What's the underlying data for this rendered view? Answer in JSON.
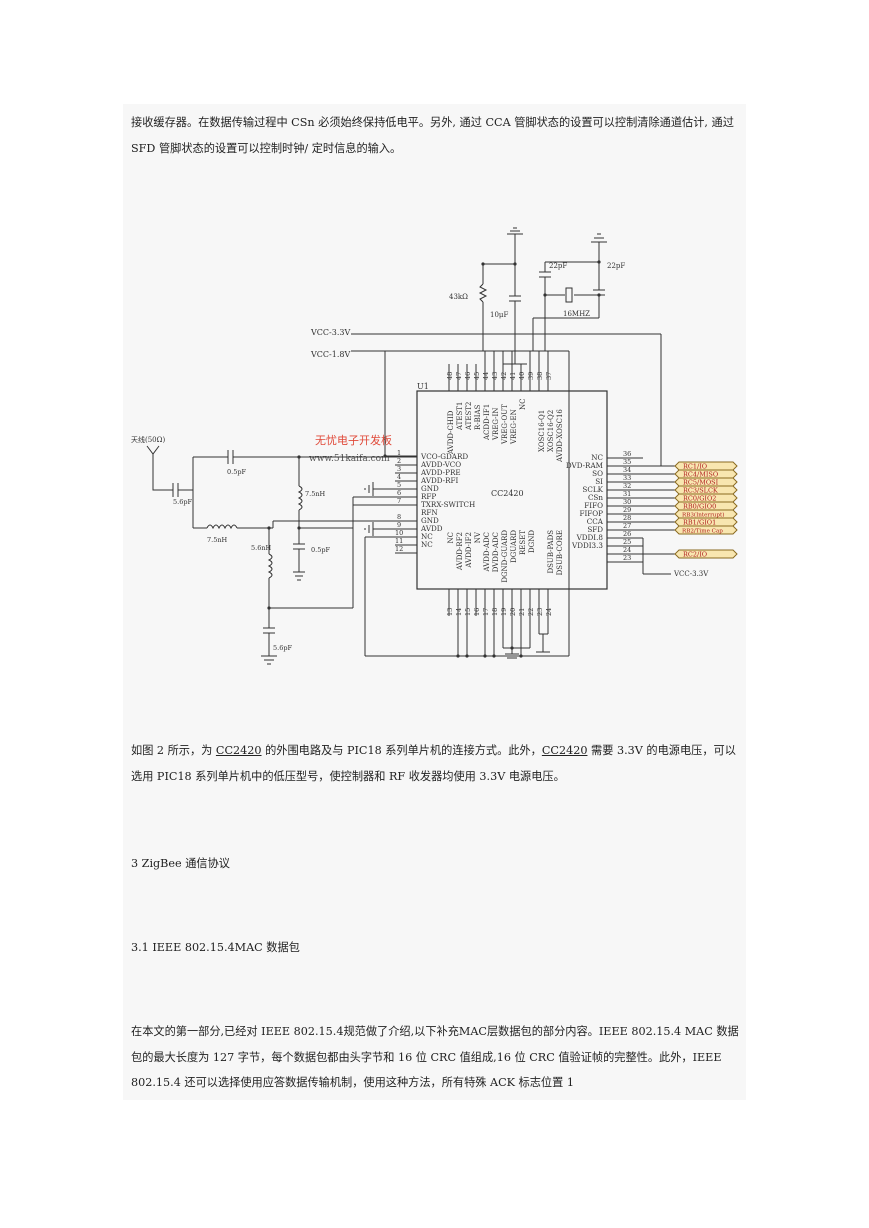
{
  "paragraphs": {
    "p1": "接收缓存器。在数据传输过程中 CSn 必须始终保持低电平。另外, 通过 CCA 管脚状态的设置可以控制清除通道估计, 通过 SFD 管脚状态的设置可以控制时钟/ 定时信息的输入。",
    "p2_a": "如图 2 所示，为 ",
    "p2_link1": "CC2420",
    "p2_b": " 的外围电路及与 PIC18 系列单片机的连接方式。此外，",
    "p2_link2": "CC2420",
    "p2_c": " 需要 3.3V 的电源电压，可以选用 PIC18 系列单片机中的低压型号，使控制器和 RF 收发器均使用 3.3V 电源电压。",
    "h1": "3 ZigBee 通信协议",
    "h2": "3.1 IEEE 802.15.4MAC 数据包",
    "p5": "在本文的第一部分,已经对 IEEE 802.15.4规范做了介绍,以下补充MAC层数据包的部分内容。IEEE 802.15.4 MAC 数据包的最大长度为 127 字节，每个数据包都由头字节和 16 位 CRC 值组成,16 位 CRC 值验证帧的完整性。此外，IEEE 802.15.4 还可以选择使用应答数据传输机制，使用这种方法，所有特殊 ACK 标志位置 1"
  },
  "figure": {
    "chip_name": "CC2420",
    "chip_ref": "U1",
    "watermark_cn": "无忧电子开发板",
    "watermark_url": "www.51kaifa.com",
    "antenna": "天线(50Ω)",
    "vcc33": "VCC-3.3V",
    "vcc18": "VCC-1.8V",
    "vcc33_right": "VCC-3.3V",
    "resistor": "43kΩ",
    "cap_10u": "10μF",
    "cap_22p_a": "22pF",
    "cap_22p_b": "22pF",
    "crystal": "16MHZ",
    "cap_05p_a": "0.5pF",
    "cap_56p_a": "5.6pF",
    "ind_75_a": "7.5nH",
    "ind_75_b": "7.5nH",
    "ind_56": "5.6nH",
    "cap_05p_b": "0.5pF",
    "cap_56p_b": "5.6pF",
    "left_pins": [
      {
        "n": "1",
        "label": "VCO-GDARD"
      },
      {
        "n": "2",
        "label": "AVDD-VCO"
      },
      {
        "n": "3",
        "label": "AVDD-PRE"
      },
      {
        "n": "4",
        "label": "AVDD-RFI"
      },
      {
        "n": "5",
        "label": "GND"
      },
      {
        "n": "6",
        "label": "RFP"
      },
      {
        "n": "7",
        "label": "TXRX-SWITCH"
      },
      {
        "n": "8",
        "label": "RFN"
      },
      {
        "n": "9",
        "label": "GND"
      },
      {
        "n": "10",
        "label": "AVDD"
      },
      {
        "n": "11",
        "label": "NC"
      },
      {
        "n": "12",
        "label": "NC"
      }
    ],
    "right_pins": [
      {
        "n": "36",
        "label": "NC"
      },
      {
        "n": "35",
        "label": "DVD-RAM"
      },
      {
        "n": "34",
        "label": "SO"
      },
      {
        "n": "33",
        "label": "SI"
      },
      {
        "n": "32",
        "label": "SCLK"
      },
      {
        "n": "31",
        "label": "CSn"
      },
      {
        "n": "30",
        "label": "FIFO"
      },
      {
        "n": "29",
        "label": "FIFOP"
      },
      {
        "n": "28",
        "label": "CCA"
      },
      {
        "n": "27",
        "label": "SFD"
      },
      {
        "n": "26",
        "label": "VDDI.8"
      },
      {
        "n": "25",
        "label": "VDDI3.3"
      }
    ],
    "pin_numbers_middle": [
      "24",
      "23"
    ],
    "top_pins": [
      {
        "n": "48",
        "label": "AVDD-CHID"
      },
      {
        "n": "47",
        "label": "ATEST1"
      },
      {
        "n": "46",
        "label": "ATEST2"
      },
      {
        "n": "45",
        "label": "R-BIAS"
      },
      {
        "n": "44",
        "label": "ACDD-IF1"
      },
      {
        "n": "43",
        "label": "VREG-IN"
      },
      {
        "n": "42",
        "label": "VREG-OUT"
      },
      {
        "n": "41",
        "label": "VREG-EN"
      },
      {
        "n": "40",
        "label": "NC"
      },
      {
        "n": "39",
        "label": "XOSC16-Q1"
      },
      {
        "n": "38",
        "label": "XOSC16-Q2"
      },
      {
        "n": "37",
        "label": "AVDD-XOSC16"
      }
    ],
    "bottom_pins": [
      {
        "n": "13",
        "label": "NC"
      },
      {
        "n": "14",
        "label": "AVDD-RF2"
      },
      {
        "n": "15",
        "label": "AVDD-IF2"
      },
      {
        "n": "16",
        "label": "NV"
      },
      {
        "n": "17",
        "label": "AVDD-ADC"
      },
      {
        "n": "18",
        "label": "DVDD-ADC"
      },
      {
        "n": "19",
        "label": "DGND-GUARD"
      },
      {
        "n": "20",
        "label": "DGUARD"
      },
      {
        "n": "21",
        "label": "RESET"
      },
      {
        "n": "22",
        "label": "DGND"
      },
      {
        "n": "23",
        "label": "DSUB-PADS"
      },
      {
        "n": "24",
        "label": "DSUB-CORE"
      }
    ],
    "ports": [
      "RC1/IO",
      "RC4/MISO",
      "RC5/MOSI",
      "RC3/SLCK",
      "RC0/GIO2",
      "RB0/GIO0",
      "RB3(Interrupt)",
      "RB1/GIO1",
      "RB2/Time Cap",
      "RC2/IO"
    ]
  }
}
